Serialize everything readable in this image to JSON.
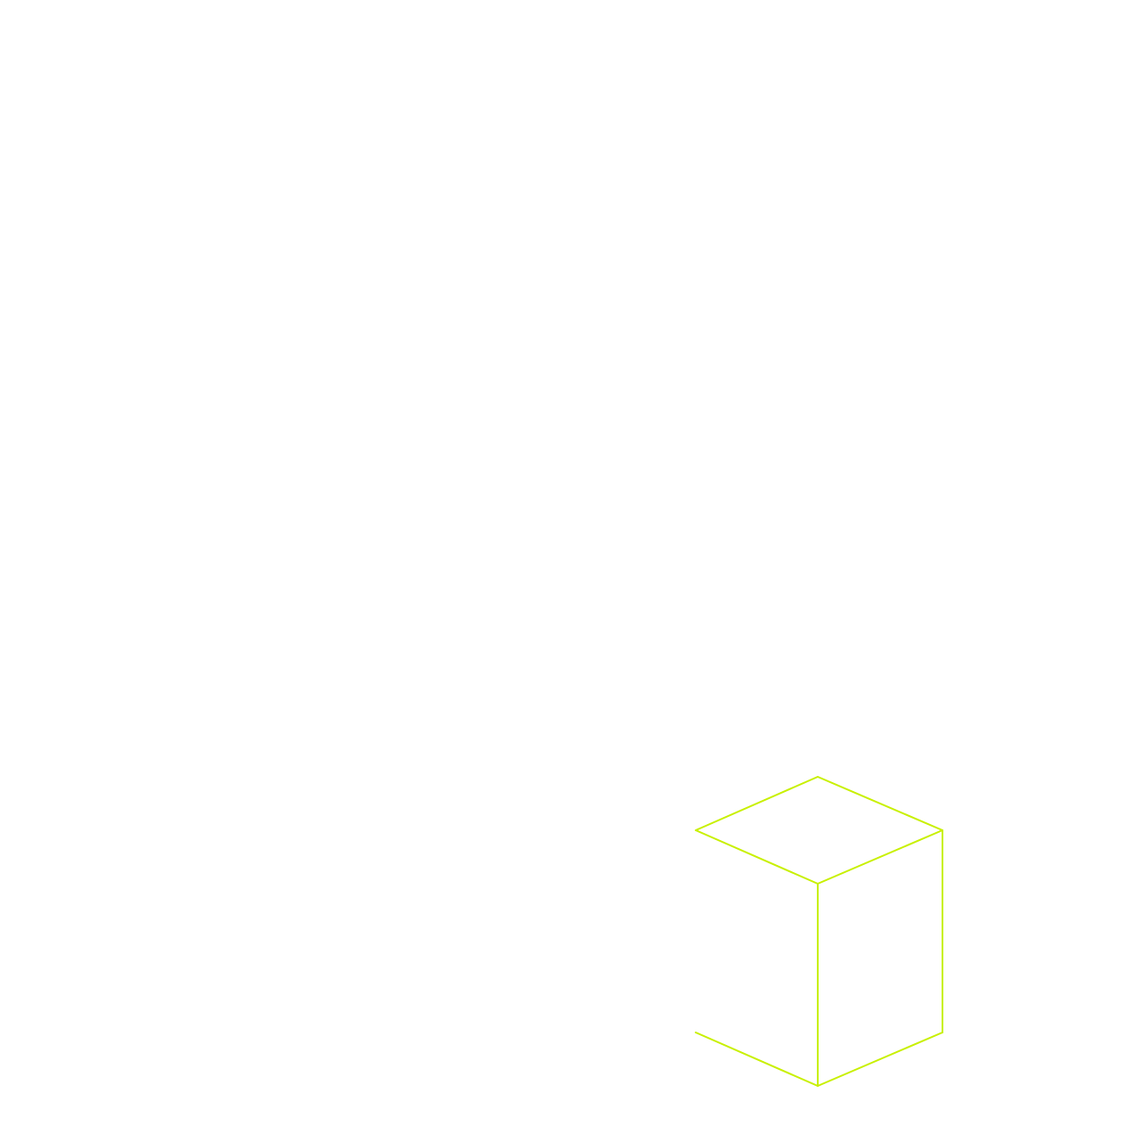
{
  "colors": {
    "background": "#ffffff",
    "wireframe_stroke": "#c8f000"
  },
  "shape": {
    "kind": "isometric-box-wireframe",
    "visible_faces": [
      "top",
      "front",
      "right"
    ],
    "left_side_open": true
  }
}
